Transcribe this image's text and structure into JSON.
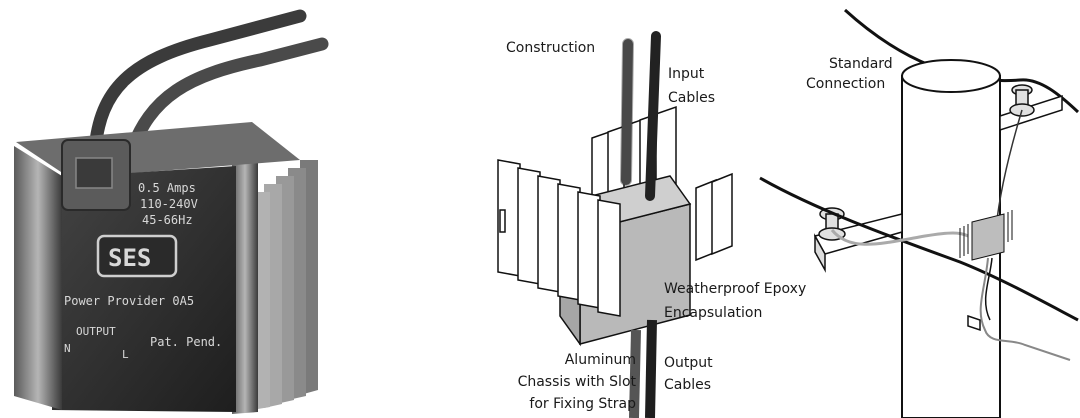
{
  "product_photo": {
    "device_text": {
      "amps": "0.5 Amps",
      "voltage": "110-240V",
      "frequency": "45-66Hz",
      "logo": "SES",
      "model": "Power Provider 0A5",
      "output": "OUTPUT",
      "terminal_n": "N",
      "terminal_l": "L",
      "patent": "Pat. Pend."
    }
  },
  "construction_diagram": {
    "title": "Construction",
    "input_cables": [
      "Input",
      "Cables"
    ],
    "encapsulation": [
      "Weatherproof Epoxy",
      "Encapsulation"
    ],
    "output_cables": [
      "Output",
      "Cables"
    ],
    "chassis": [
      "Aluminum",
      "Chassis with Slot",
      "for Fixing Strap"
    ]
  },
  "connection_diagram": {
    "title": [
      "Standard",
      "Connection"
    ]
  },
  "colors": {
    "fin_dark": "#2e2e2e",
    "fin_light": "#9a9a9a",
    "encapsulation": "#b9b9b9",
    "cable": "#222222",
    "pole": "#ffffff"
  }
}
